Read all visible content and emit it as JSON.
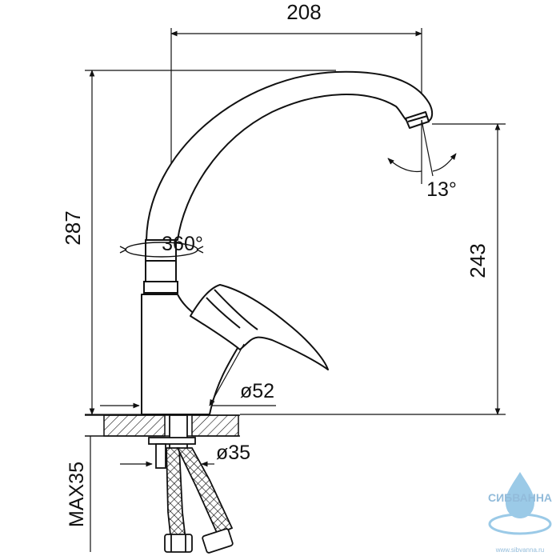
{
  "dimensions": {
    "width_top": "208",
    "height_total": "287",
    "height_spout": "243",
    "spout_angle": "13°",
    "swivel": "360°",
    "base_diameter": "ø52",
    "hole_diameter": "ø35",
    "max_thickness": "MAX35"
  },
  "watermark": {
    "brand": "СИБВАННА",
    "url": "www.sibvanna.ru"
  },
  "colors": {
    "line": "#111111",
    "watermark": "#5aa7d8"
  }
}
